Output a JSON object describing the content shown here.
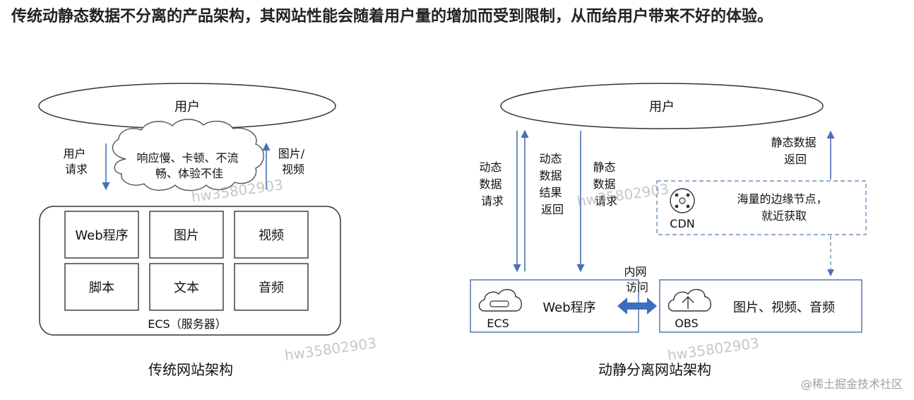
{
  "paragraph": "传统动静态数据不分离的产品架构，其网站性能会随着用户量的增加而受到限制，从而给用户带来不好的体验。",
  "left": {
    "user": "用户",
    "request_line1": "用户",
    "request_line2": "请求",
    "cloud_line1": "响应慢、卡顿、不流",
    "cloud_line2": "畅、体验不佳",
    "return_line1": "图片/",
    "return_line2": "视频",
    "cells": [
      "Web程序",
      "图片",
      "视频",
      "脚本",
      "文本",
      "音频"
    ],
    "server": "ECS（服务器）",
    "caption": "传统网站架构"
  },
  "right": {
    "user": "用户",
    "dyn_req": [
      "动态",
      "数据",
      "请求"
    ],
    "dyn_ret": [
      "动态",
      "数据",
      "结果",
      "返回"
    ],
    "static_req": [
      "静态",
      "数据",
      "请求"
    ],
    "static_ret_line1": "静态数据",
    "static_ret_line2": "返回",
    "cdn_label": "CDN",
    "cdn_text_line1": "海量的边缘节点，",
    "cdn_text_line2": "就近获取",
    "intranet_line1": "内网",
    "intranet_line2": "访问",
    "ecs_label": "ECS",
    "web_program": "Web程序",
    "obs_label": "OBS",
    "obs_content": "图片、视频、音频",
    "caption": "动静分离网站架构"
  },
  "watermark": "hw35802903",
  "attribution": "@稀土掘金技术社区",
  "colors": {
    "arrow_blue": "#4a6fb5",
    "bidir_blue": "#3d6cc0",
    "box_stroke": "#4a6fa5",
    "cdn_dash": "#6f8fb8",
    "text": "#111111"
  }
}
